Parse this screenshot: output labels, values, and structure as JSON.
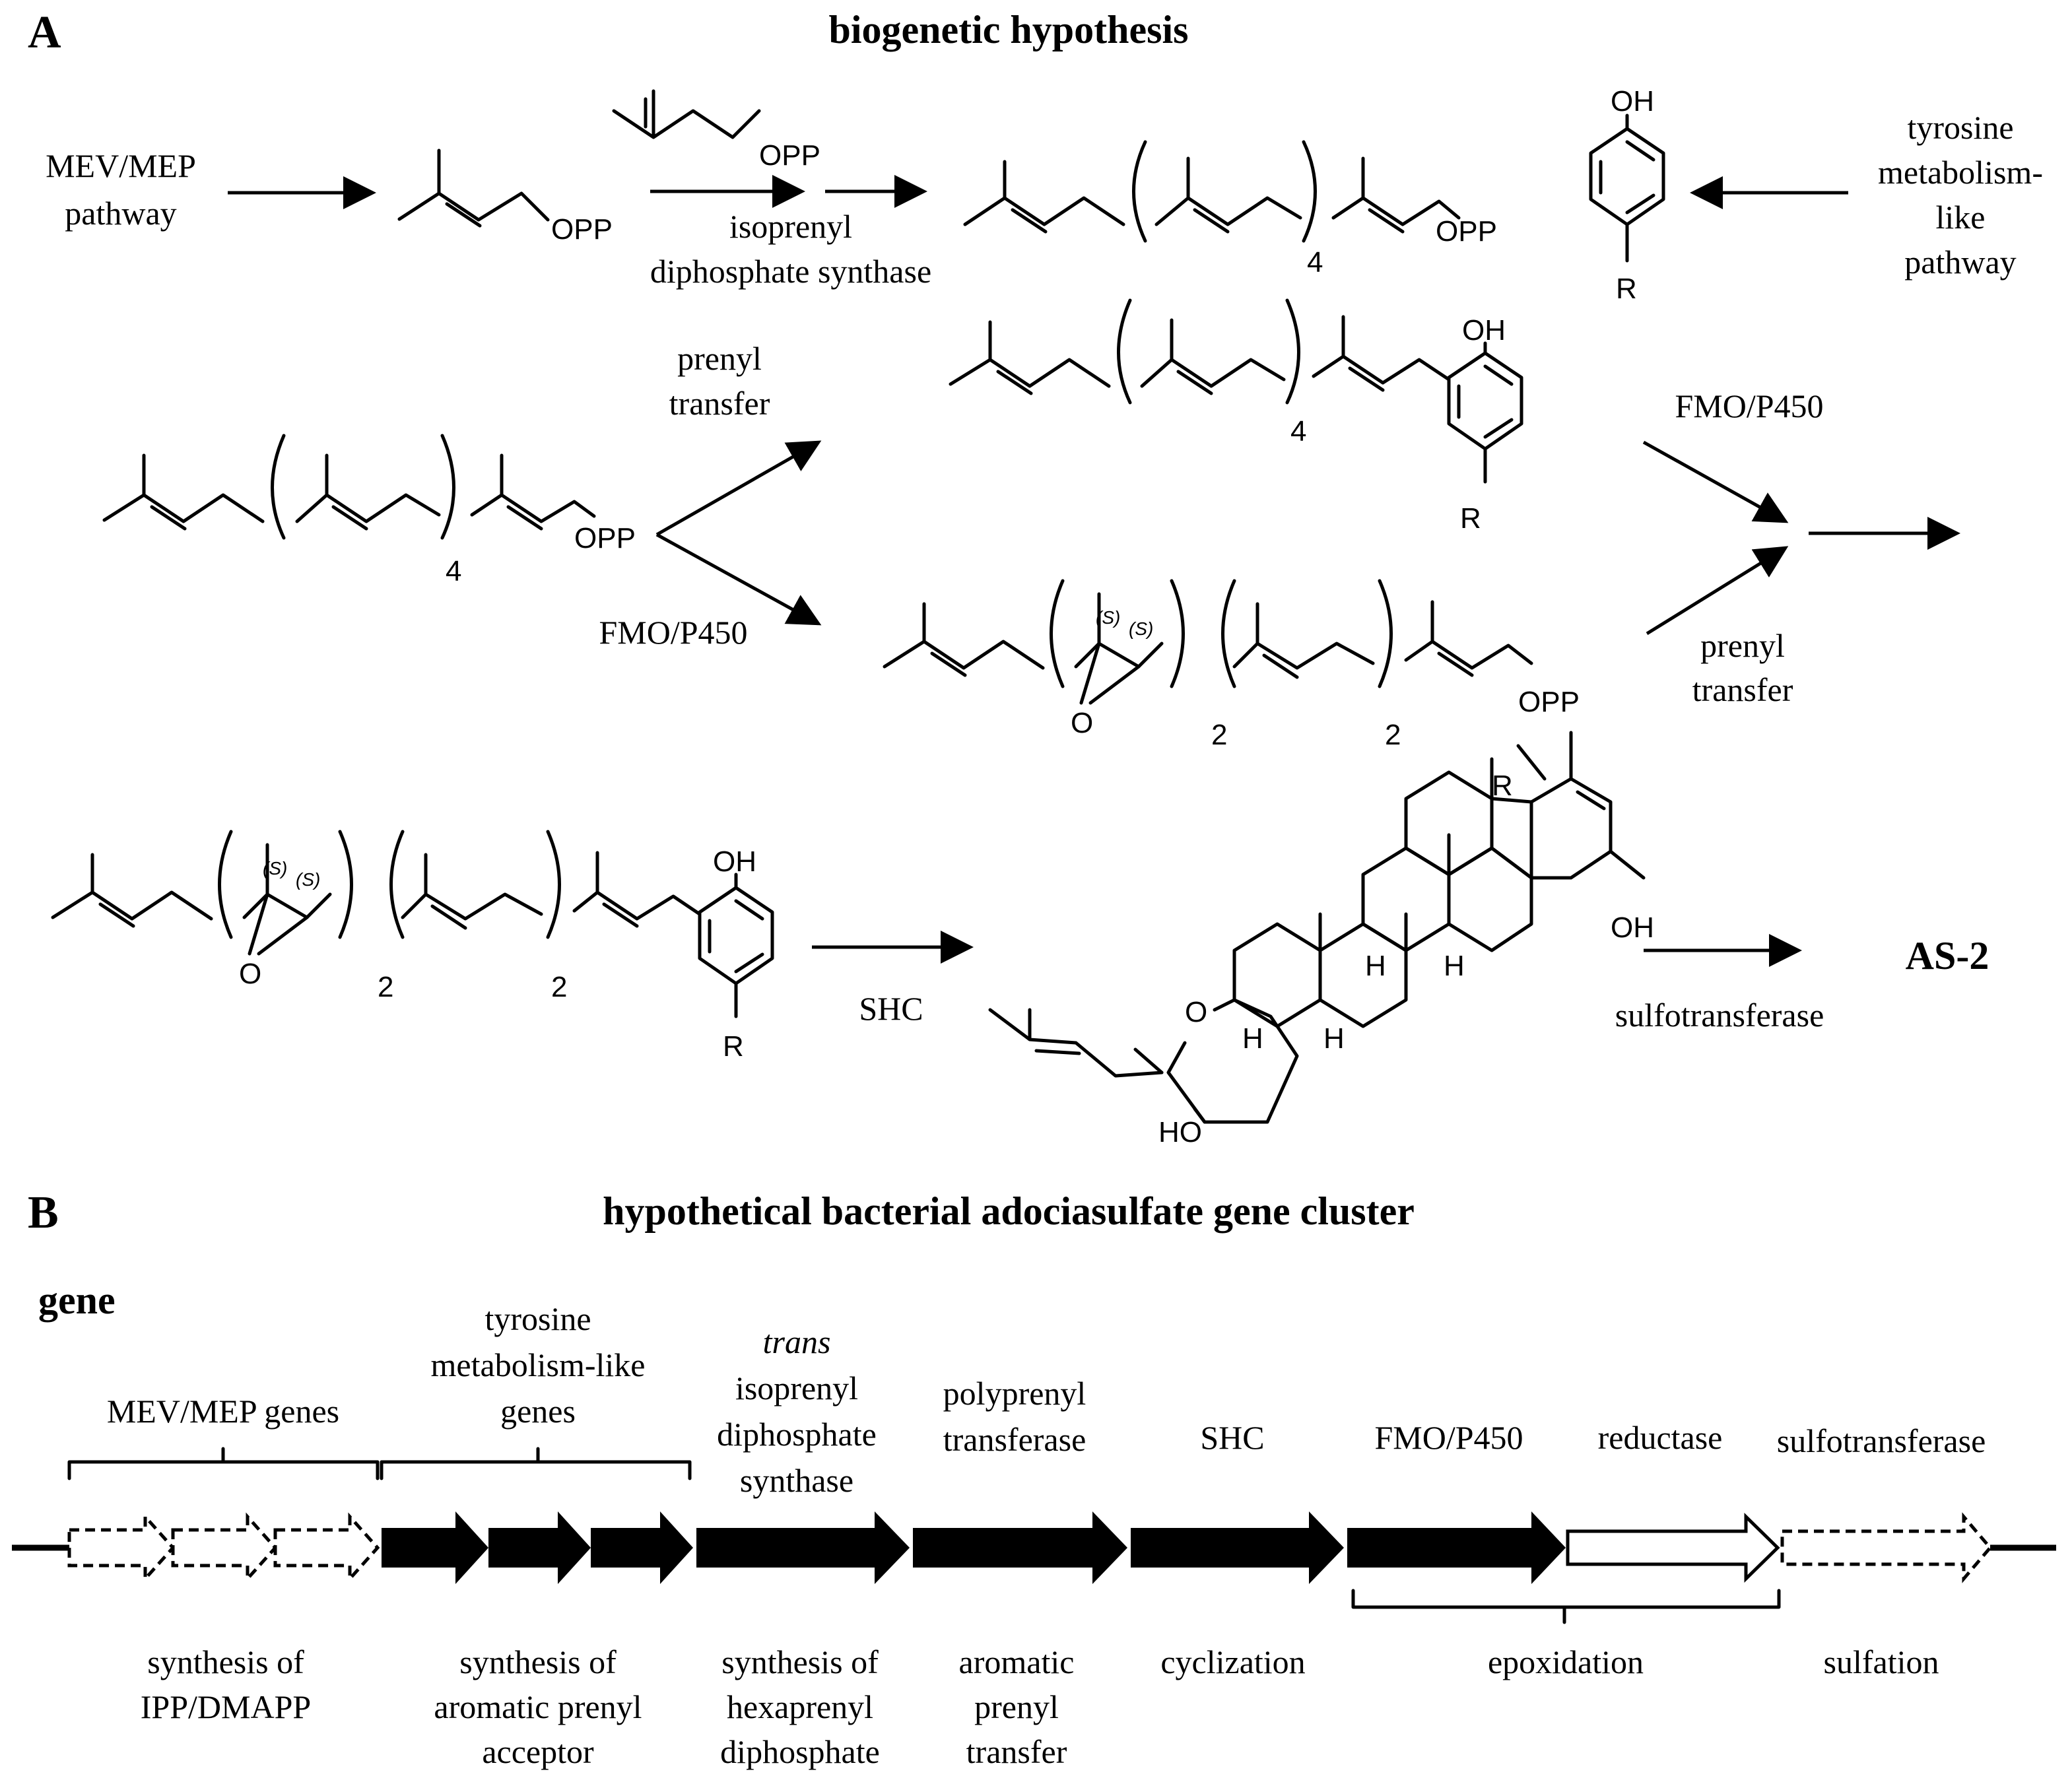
{
  "panel_a": {
    "label": "A",
    "title": "biogenetic hypothesis",
    "mev_mep": [
      "MEV/MEP",
      "pathway"
    ],
    "tyrosine": [
      "tyrosine",
      "metabolism-",
      "like",
      "pathway"
    ],
    "ipds": [
      "isoprenyl",
      "diphosphate synthase"
    ],
    "prenyl_transfer_1": [
      "prenyl",
      "transfer"
    ],
    "fmo_1": "FMO/P450",
    "fmo_2": "FMO/P450",
    "prenyl_transfer_2": [
      "prenyl",
      "transfer"
    ],
    "shc": "SHC",
    "sulfotransferase": "sulfotransferase",
    "product": "AS-2"
  },
  "chem": {
    "opp": "OPP",
    "oh": "OH",
    "r": "R",
    "h": "H",
    "o": "O",
    "ho": "HO",
    "n4": "4",
    "n2": "2",
    "s": "(S)"
  },
  "panel_b": {
    "label": "B",
    "title": "hypothetical bacterial adociasulfate gene cluster",
    "gene_heading": "gene",
    "top_labels": {
      "mev": "MEV/MEP genes",
      "tyr": [
        "tyrosine",
        "metabolism-like",
        "genes"
      ],
      "trans": [
        "trans",
        "isoprenyl",
        "diphosphate",
        "synthase"
      ],
      "poly": [
        "polyprenyl",
        "transferase"
      ],
      "shc": "SHC",
      "fmo": "FMO/P450",
      "red": "reductase",
      "sulfo": "sulfotransferase"
    },
    "bottom_labels": {
      "ipp": [
        "synthesis of",
        "IPP/DMAPP"
      ],
      "aro": [
        "synthesis of",
        "aromatic prenyl",
        "acceptor"
      ],
      "hexa": [
        "synthesis of",
        "hexaprenyl",
        "diphosphate"
      ],
      "apt": [
        "aromatic",
        "prenyl",
        "transfer"
      ],
      "cyc": "cyclization",
      "epo": "epoxidation",
      "sulf": "sulfation"
    }
  }
}
